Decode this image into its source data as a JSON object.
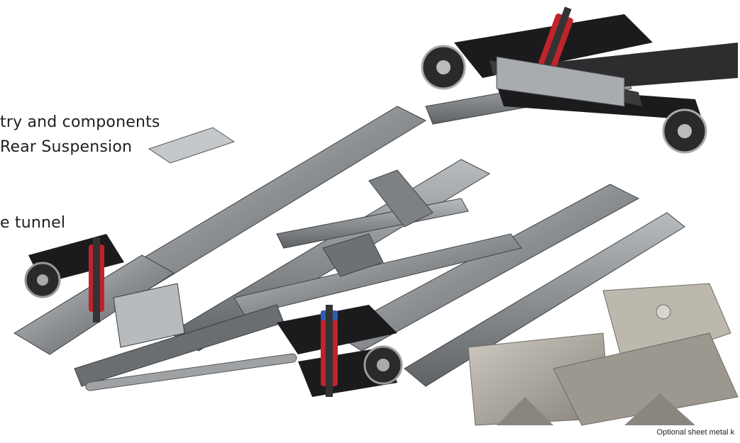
{
  "text": {
    "line1": "try and components",
    "line2": "Rear Suspension",
    "line3": "e tunnel",
    "caption": "Optional sheet metal k"
  },
  "colors": {
    "background": "#ffffff",
    "frame_steel": "#8c8f92",
    "frame_dark": "#4a4d50",
    "frame_light": "#c9ccce",
    "suspension_black": "#1b1b1d",
    "coilover_red": "#c0232b",
    "coilover_blue": "#2f5fb3",
    "sheet_metal": "#a9a49a"
  },
  "image": {
    "subject": "chassis-frame-render",
    "inset_subject": "sheet-metal-kit-render"
  }
}
